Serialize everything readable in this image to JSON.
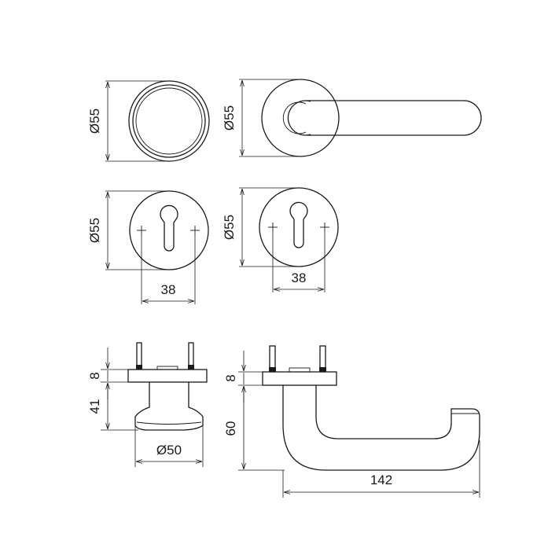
{
  "dimensions": {
    "rose_diameter_1": "Ø55",
    "rose_diameter_2": "Ø55",
    "escutcheon_diameter_1": "Ø55",
    "escutcheon_diameter_2": "Ø55",
    "escutcheon_spacing_1": "38",
    "escutcheon_spacing_2": "38",
    "knob_rose_height": "8",
    "knob_height": "41",
    "knob_diameter": "Ø50",
    "lever_rose_height": "8",
    "lever_height": "60",
    "lever_length": "142"
  },
  "colors": {
    "line": "#1a1a1a",
    "background": "#ffffff"
  }
}
